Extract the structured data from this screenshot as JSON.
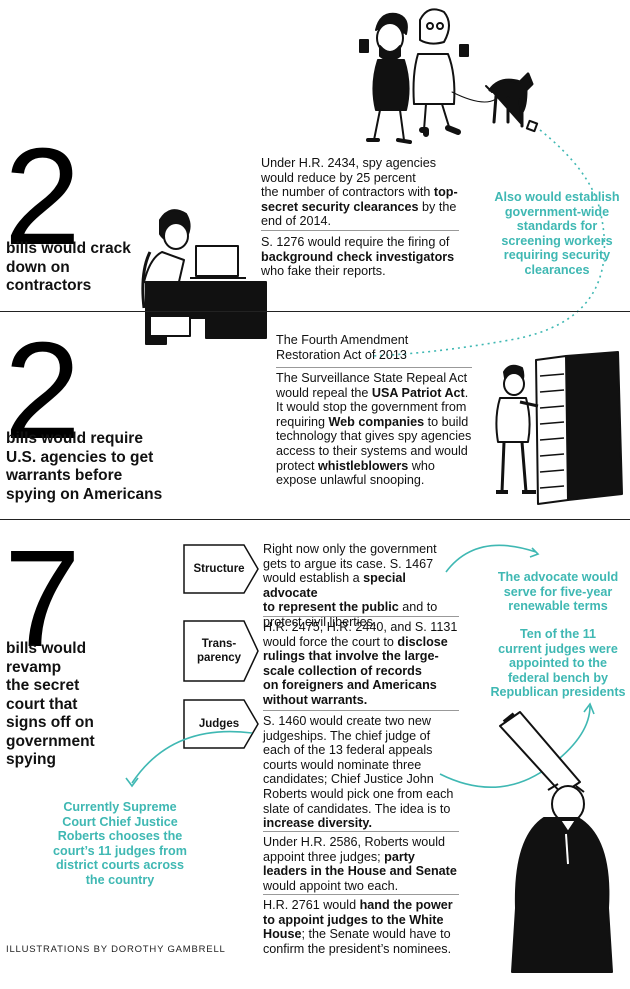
{
  "section1": {
    "number": "2",
    "lede_lines": [
      "bills would crack",
      "down on",
      "contractors"
    ],
    "item1_lines": [
      "Under H.R. 2434, spy agencies",
      "would reduce by 25 percent",
      "the number of contractors with",
      "secret security clearances",
      "end of 2014."
    ],
    "item1_bold1": "top-",
    "item1_tail": " by the",
    "item2_line1": "S. 1276 would require the firing of",
    "item2_bold": "background check investigators",
    "item2_line3": "who fake their reports.",
    "note_lines": [
      "Also would establish",
      "government-wide",
      "standards for",
      "screening workers",
      "requiring security",
      "clearances"
    ]
  },
  "section2": {
    "number": "2",
    "lede_lines": [
      "bills would require",
      "U.S. agencies to get",
      "warrants before",
      "spying on Americans"
    ],
    "item1_lines": [
      "The Fourth Amendment",
      "Restoration Act of 2013"
    ],
    "item2": {
      "l1": "The Surveillance State Repeal Act",
      "l2a": "would repeal the ",
      "l2b": "USA Patriot Act",
      "l2c": ".",
      "l3": "It would stop the government from",
      "l4a": "requiring ",
      "l4b": "Web companies",
      "l4c": " to build",
      "l5": "technology that gives spy agencies",
      "l6": "access to their systems and would",
      "l7a": "protect ",
      "l7b": "whistleblowers",
      "l7c": " who",
      "l8": "expose unlawful snooping."
    }
  },
  "section3": {
    "number": "7",
    "lede_lines": [
      "bills would",
      "revamp",
      "the secret",
      "court that",
      "signs off on",
      "government",
      "spying"
    ],
    "tags": {
      "structure": "Structure",
      "transparency_1": "Trans-",
      "transparency_2": "parency",
      "judges": "Judges"
    },
    "structure": {
      "l1": "Right now only the government",
      "l2": "gets to argue its case. S. 1467",
      "l3a": "would establish a ",
      "l3b": "special advocate",
      "l4a": "to represent the public",
      "l4b": " and to",
      "l5": "protect civil liberties."
    },
    "transparency": {
      "l1": "H.R. 2475, H.R. 2440, and S. 1131",
      "l2a": "would force the court to ",
      "l2b": "disclose",
      "l3": "rulings that involve the large-",
      "l4": "scale collection of records",
      "l5": "on foreigners and Americans",
      "l6": "without warrants."
    },
    "judges": {
      "l1": "S. 1460 would create two new",
      "l2": "judgeships. The chief judge of",
      "l3": "each of the 13 federal appeals",
      "l4": "courts would nominate three",
      "l5": "candidates; Chief Justice John",
      "l6": "Roberts would pick one from each",
      "l7": "slate of candidates. The idea is to",
      "l8": "increase diversity."
    },
    "hr2586": {
      "l1": "Under H.R. 2586, Roberts would",
      "l2a": "appoint three judges; ",
      "l2b": "party",
      "l3": "leaders in the House and Senate",
      "l4": "would appoint two each."
    },
    "hr2761": {
      "l1a": "H.R. 2761 would ",
      "l1b": "hand the power",
      "l2": "to appoint judges to the White",
      "l3a": "House",
      "l3b": "; the Senate would have to",
      "l4": "confirm the president’s nominees."
    },
    "note_advocate": [
      "The advocate would",
      "serve for five-year",
      "renewable terms"
    ],
    "note_judges": [
      "Ten of the 11",
      "current judges were",
      "appointed to the",
      "federal bench by",
      "Republican presidents"
    ],
    "note_roberts": [
      "Currently Supreme",
      "Court Chief Justice",
      "Roberts chooses the",
      "court’s 11 judges from",
      "district courts across",
      "the country"
    ]
  },
  "credit": "ILLUSTRATIONS BY DOROTHY GAMBRELL",
  "colors": {
    "teal": "#3fb8b3",
    "ink": "#111111"
  }
}
